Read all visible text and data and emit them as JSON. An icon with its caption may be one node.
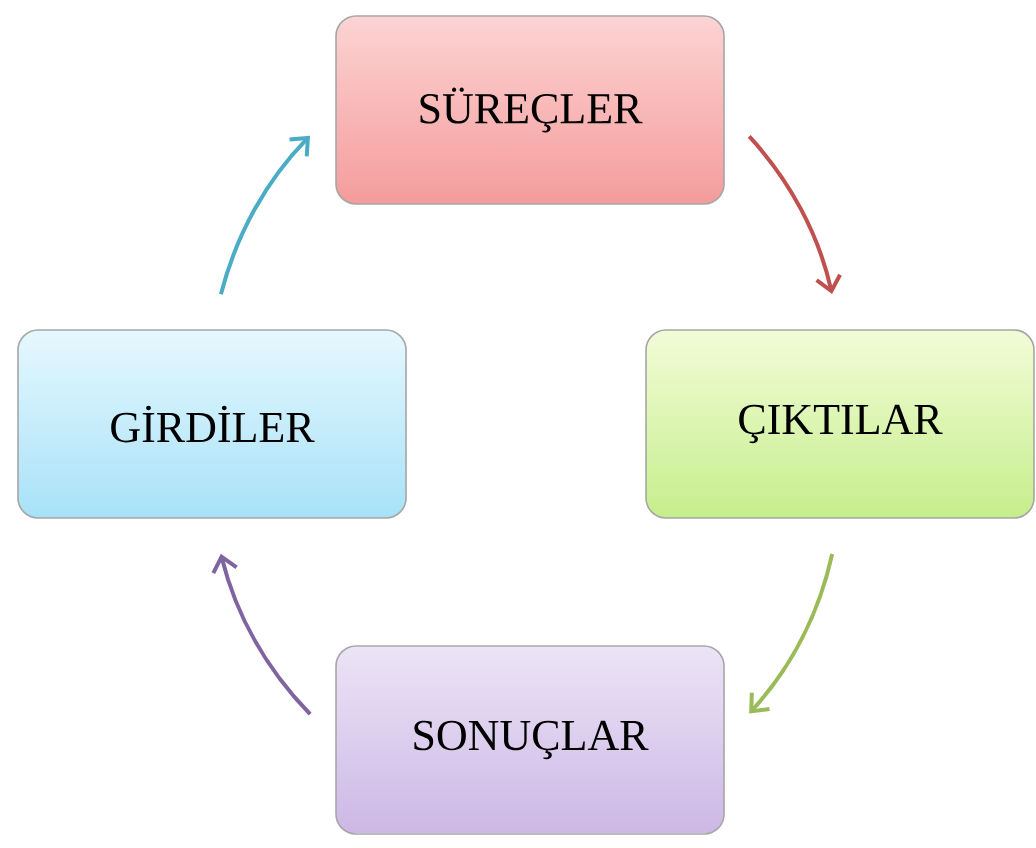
{
  "diagram": {
    "nodes": [
      {
        "text": [
          "SÜREÇLER"
        ]
      },
      {
        "text": [
          "ÇIKTILAR"
        ]
      },
      {
        "text": [
          "SONUÇLAR"
        ]
      },
      {
        "text": [
          "GİRDİLER"
        ]
      }
    ],
    "edges": [
      {
        "from": 3,
        "to": 0,
        "arrow": "to",
        "color": "#4bacc6"
      },
      {
        "from": 0,
        "to": 1,
        "arrow": "to",
        "color": "#c0504d"
      },
      {
        "from": 1,
        "to": 2,
        "arrow": "to",
        "color": "#9bbb59"
      },
      {
        "from": 2,
        "to": 3,
        "arrow": "to",
        "color": "#8064a2"
      }
    ]
  }
}
